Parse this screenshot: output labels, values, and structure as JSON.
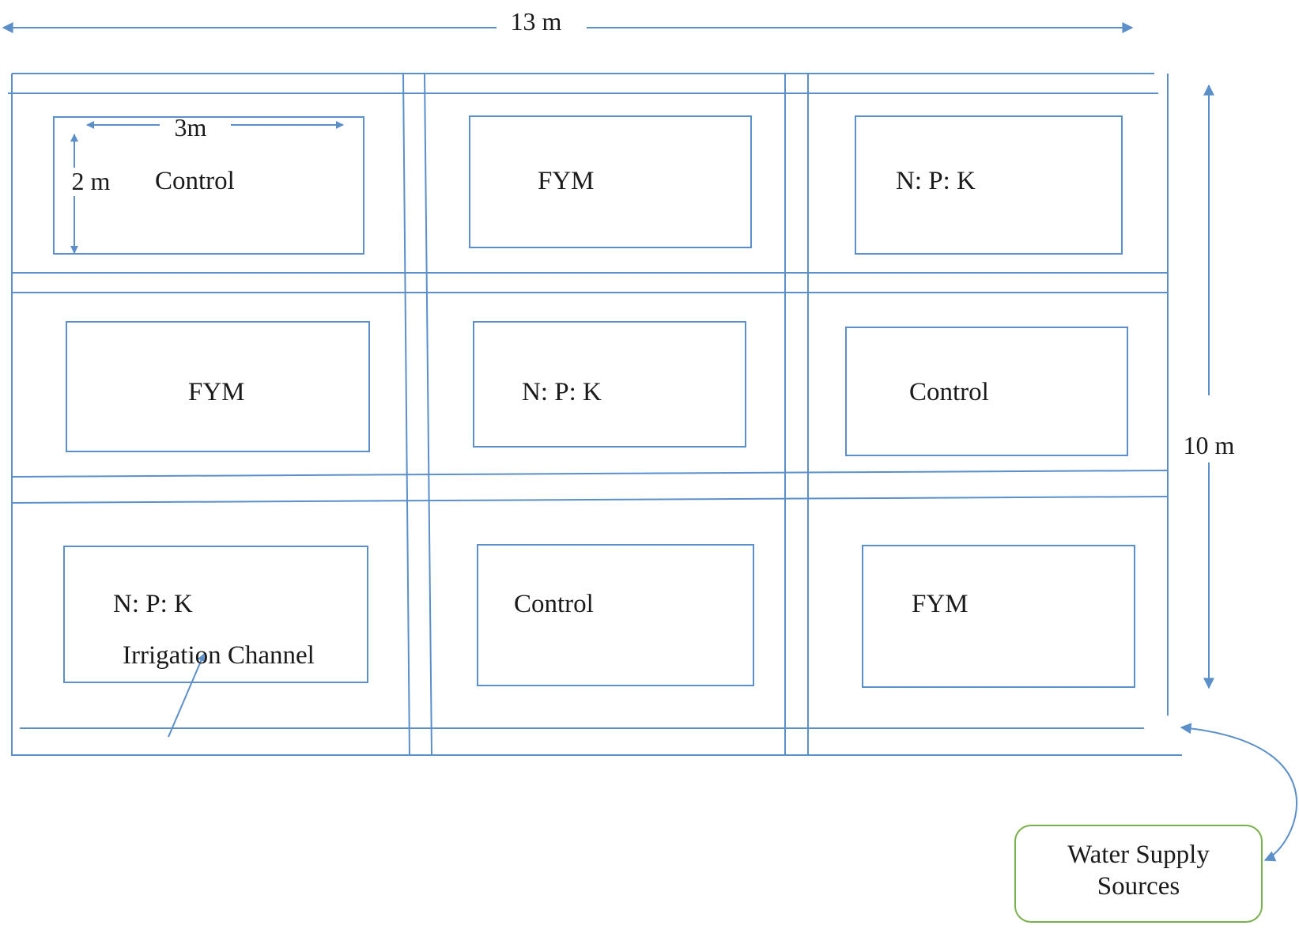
{
  "colors": {
    "line": "#5b8fca",
    "text": "#1a1a1a",
    "water_box_border": "#7ab04c"
  },
  "dimensions": {
    "width_label": "13 m",
    "height_label": "10 m",
    "plot_width_label": "3m",
    "plot_height_label": "2 m"
  },
  "plots": {
    "r1c1": "Control",
    "r1c2": "FYM",
    "r1c3": "N: P: K",
    "r2c1": "FYM",
    "r2c2": "N: P: K",
    "r2c3": "Control",
    "r3c1": "N: P: K",
    "r3c2": "Control",
    "r3c3": "FYM"
  },
  "irrigation_label": "Irrigation Channel",
  "water_supply": {
    "line1": "Water Supply",
    "line2": "Sources"
  }
}
